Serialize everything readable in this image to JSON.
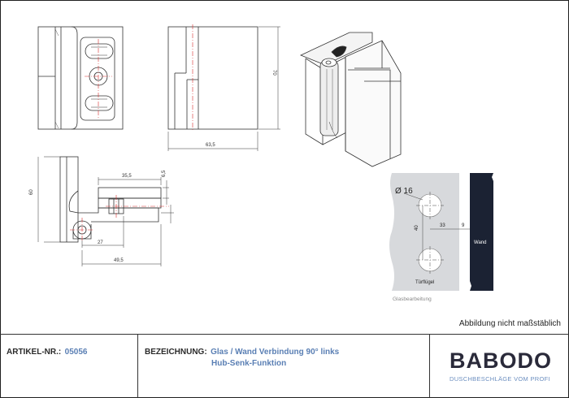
{
  "dims": {
    "width": "63,5",
    "height_top": "70",
    "height_side": "60",
    "d35": "35,5",
    "d65": "6,5",
    "d27": "27",
    "d49": "49,5",
    "dia": "Ø 16",
    "d40": "40",
    "d33": "33",
    "d9": "9"
  },
  "labels": {
    "door_leaf": "Türflügel",
    "wall": "Wand",
    "glass_processing": "Glasbearbeitung"
  },
  "note": "Abbildung nicht maßstäblich",
  "title_block": {
    "article_key": "ARTIKEL-NR.:",
    "article_value": "05056",
    "designation_key": "BEZEICHNUNG:",
    "designation_line1": "Glas / Wand Verbindung 90° links",
    "designation_line2": "Hub-Senk-Funktion",
    "brand": "BABODO",
    "tagline": "DUSCHBESCHLÄGE VOM PROFI"
  },
  "colors": {
    "accent": "#5a7fb4",
    "wall": "#1b2233",
    "glass": "#d7d9dc",
    "center_line": "#d83030"
  }
}
